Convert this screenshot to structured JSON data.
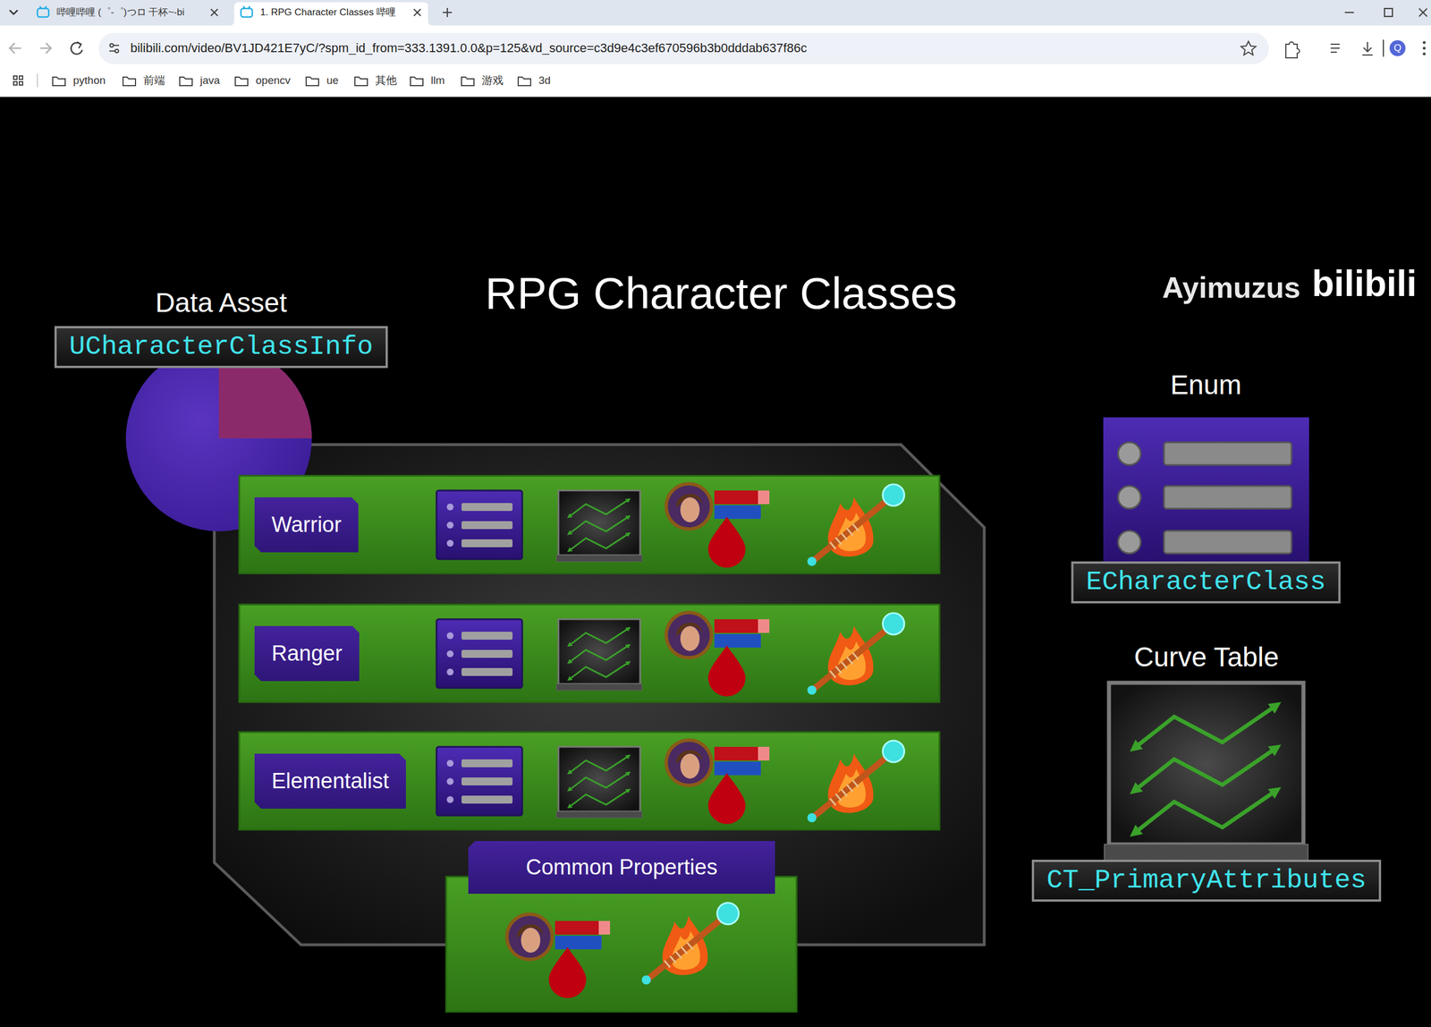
{
  "diagram": {
    "title": "RPG Character Classes",
    "nodes": [
      {
        "text": [
          "Data Asset",
          "UCharacterClassInfo"
        ]
      },
      {
        "text": [
          "Warrior"
        ]
      },
      {
        "text": [
          "Ranger"
        ]
      },
      {
        "text": [
          "Elementalist"
        ]
      },
      {
        "text": [
          "Common Properties"
        ]
      },
      {
        "text": [
          "Enum",
          "ECharacterClass"
        ]
      },
      {
        "text": [
          "Curve Table",
          "CT_PrimaryAttributes"
        ]
      }
    ],
    "labels": [
      "哔哩哔哩 (゜-゜)つロ 干杯~-bi",
      "1. RPG Character Classes 哔哩",
      "bilibili.com/video/BV1JD421E7yC/?spm_id_from=333.1391.0.0&p=125&vd_source=c3d9e4c3ef670596b3b0dddab637f86c",
      "Q",
      "python",
      "前端",
      "java",
      "opencv",
      "ue",
      "其他",
      "llm",
      "游戏",
      "3d",
      "Ayimuzus",
      "bilibili"
    ]
  }
}
